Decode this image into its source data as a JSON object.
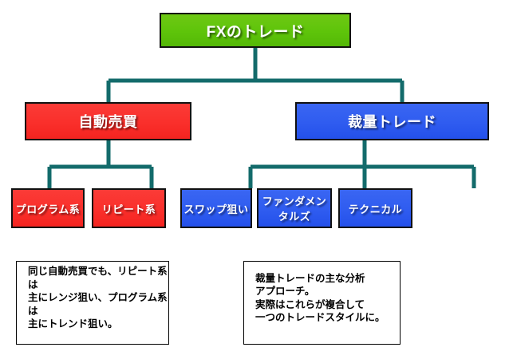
{
  "diagram": {
    "title": "FXのトレード",
    "connector_color": "#136b6b",
    "colors": {
      "root": "#5ec40a",
      "automatic": "#fa2f2b",
      "discretionary": "#2f5cf0",
      "note_border": "#000000",
      "node_border": "#111111",
      "node_text": "#ffffff"
    },
    "root": {
      "label": "FXのトレード"
    },
    "branches": [
      {
        "label": "自動売買",
        "color": "#fa2f2b",
        "children": [
          {
            "label": "プログラム系"
          },
          {
            "label": "リピート系"
          }
        ]
      },
      {
        "label": "裁量トレード",
        "color": "#2f5cf0",
        "children": [
          {
            "label": "スワップ狙い"
          },
          {
            "label": "ファンダメンタルズ"
          },
          {
            "label": "テクニカル"
          }
        ]
      }
    ],
    "notes": [
      {
        "text": "同じ自動売買でも、リピート系は\n主にレンジ狙い、プログラム系は\n主にトレンド狙い。"
      },
      {
        "text": "裁量トレードの主な分析\nアプローチ。\n実際はこれらが複合して\n一つのトレードスタイルに。"
      }
    ]
  }
}
